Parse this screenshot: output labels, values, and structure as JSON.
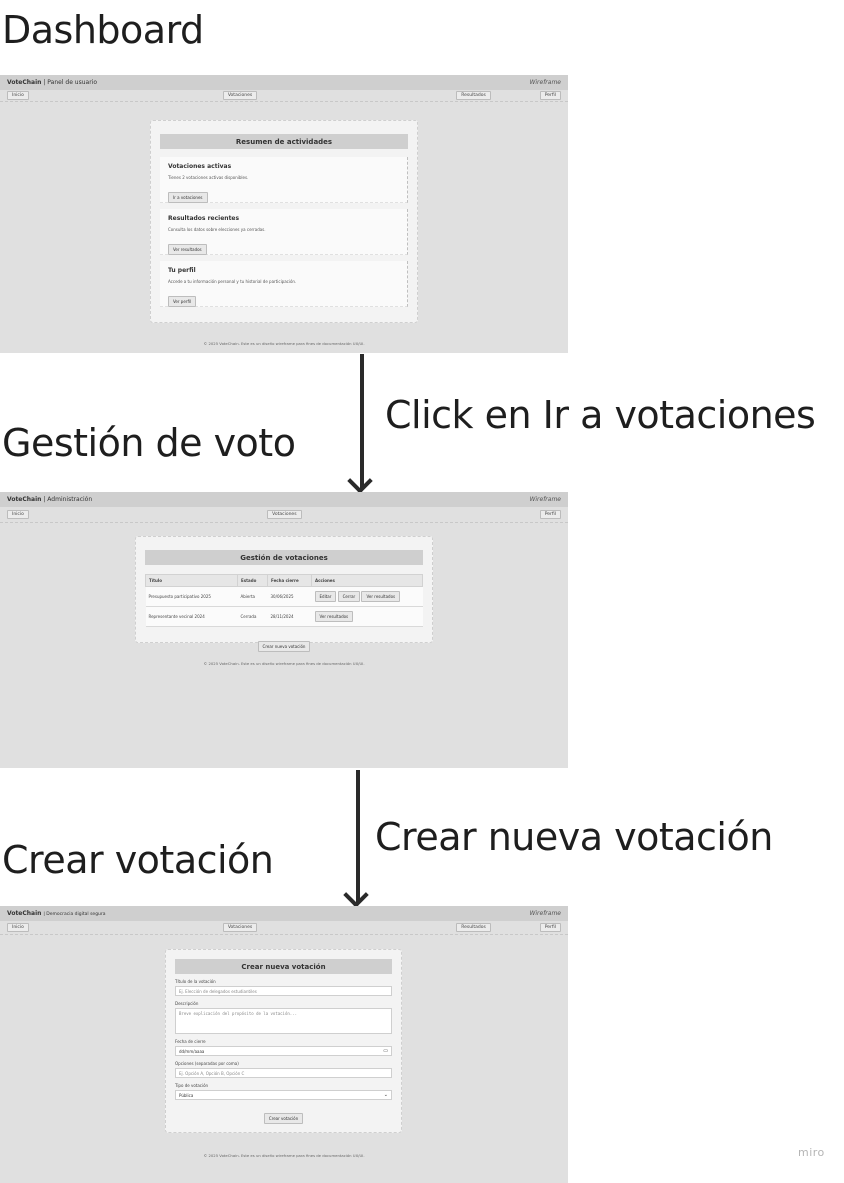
{
  "screens": {
    "dashboard": {
      "title": "Dashboard",
      "app_name": "VoteChain",
      "app_sub": "| Panel de usuario",
      "wireframe": "Wireframe",
      "nav": [
        "Inicio",
        "Votaciones",
        "Resultados",
        "Perfil"
      ],
      "card_title": "Resumen de actividades",
      "sections": [
        {
          "heading": "Votaciones activas",
          "text": "Tienes 2 votaciones activas disponibles.",
          "button": "Ir a votaciones"
        },
        {
          "heading": "Resultados recientes",
          "text": "Consulta los datos sobre elecciones ya cerradas.",
          "button": "Ver resultados"
        },
        {
          "heading": "Tu perfil",
          "text": "Accede a tu información personal y tu historial de participación.",
          "button": "Ver perfil"
        }
      ],
      "footer": "© 2025 VoteChain. Este es un diseño wireframe para fines de documentación UX/UI."
    },
    "gestion": {
      "title": "Gestión de voto",
      "app_name": "VoteChain",
      "app_sub": "| Administración",
      "wireframe": "Wireframe",
      "nav": [
        "Inicio",
        "Votaciones",
        "Perfil"
      ],
      "card_title": "Gestión de votaciones",
      "columns": [
        "Título",
        "Estado",
        "Fecha cierre",
        "Acciones"
      ],
      "rows": [
        {
          "titulo": "Presupuesto participativo 2025",
          "estado": "Abierta",
          "fecha": "30/06/2025",
          "acciones": [
            "Editar",
            "Cerrar",
            "Ver resultados"
          ]
        },
        {
          "titulo": "Representante vecinal 2024",
          "estado": "Cerrada",
          "fecha": "28/11/2024",
          "acciones": [
            "Ver resultados"
          ]
        }
      ],
      "create_button": "Crear nueva votación",
      "footer": "© 2025 VoteChain. Este es un diseño wireframe para fines de documentación UX/UI."
    },
    "crear": {
      "title": "Crear votación",
      "app_name": "VoteChain",
      "app_sub": "| Democracia digital segura",
      "wireframe": "Wireframe",
      "nav": [
        "Inicio",
        "Votaciones",
        "Resultados",
        "Perfil"
      ],
      "card_title": "Crear nueva votación",
      "fields": {
        "titulo_label": "Título de la votación",
        "titulo_placeholder": "Ej. Elección de delegados estudiantiles",
        "descripcion_label": "Descripción",
        "descripcion_placeholder": "Breve explicación del propósito de la votación...",
        "fecha_label": "Fecha de cierre",
        "fecha_value": "dd/mm/aaaa",
        "opciones_label": "Opciones (separadas por coma)",
        "opciones_placeholder": "Ej. Opción A, Opción B, Opción C",
        "tipo_label": "Tipo de votación",
        "tipo_value": "Pública"
      },
      "submit_button": "Crear votación",
      "footer": "© 2025 VoteChain. Este es un diseño wireframe para fines de documentación UX/UI."
    }
  },
  "transitions": {
    "first": "Click en Ir a votaciones",
    "second": "Crear nueva votación"
  },
  "watermark": "miro"
}
